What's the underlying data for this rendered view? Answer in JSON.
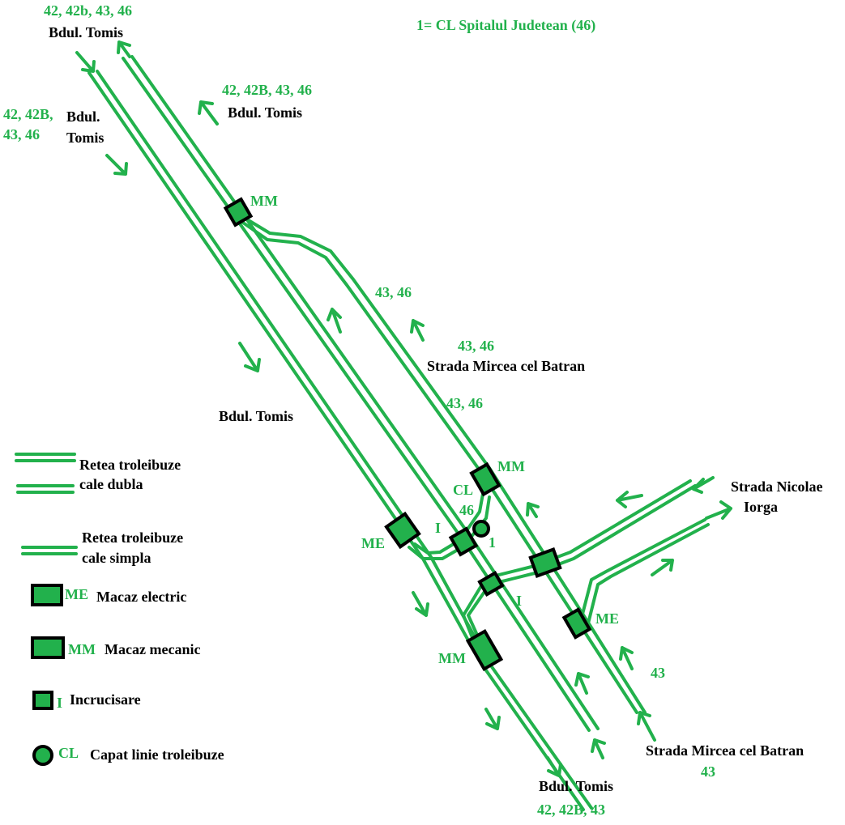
{
  "header": {
    "top_left_routes": "42, 42b, 43, 46",
    "top_left_street": "Bdul. Tomis",
    "legend_note": "1= CL Spitalul Judetean (46)"
  },
  "labels": {
    "tomis_upper_routes": "42, 42B, 43, 46",
    "tomis_upper_street": "Bdul. Tomis",
    "left_routes_line1": "42, 42B,",
    "left_routes_line2": "43, 46",
    "left_street_line1": "Bdul.",
    "left_street_line2": "Tomis",
    "mircea_routes_a": "43, 46",
    "mircea_routes_b": "43, 46",
    "mircea_street": "Strada Mircea cel Batran",
    "mircea_routes_c": "43, 46",
    "tomis_mid_street": "Bdul. Tomis",
    "nicolae_line1": "Strada Nicolae",
    "nicolae_line2": "Iorga",
    "mircea_lower_street": "Strada Mircea cel Batran",
    "mircea_lower_route": "43",
    "route_43_right": "43",
    "tomis_bottom_street": "Bdul. Tomis",
    "tomis_bottom_routes": "42, 42B, 43"
  },
  "node_labels": {
    "mm_top": "MM",
    "mm_mid": "MM",
    "mm_bottom": "MM",
    "me_left": "ME",
    "me_right": "ME",
    "cl_text": "CL",
    "cl_route": "46",
    "cl_num": "1",
    "i_upper": "I",
    "i_lower": "I"
  },
  "legend": {
    "double_line1": "Retea troleibuze",
    "double_line2": "cale dubla",
    "single_line1": "Retea troleibuze",
    "single_line2": "cale simpla",
    "me_tag": "ME",
    "me_text": "Macaz electric",
    "mm_tag": "MM",
    "mm_text": "Macaz mecanic",
    "i_tag": "I",
    "i_text": "Incrucisare",
    "cl_tag": "CL",
    "cl_text": "Capat linie troleibuze"
  },
  "colors": {
    "track": "#22b14c",
    "outline": "#000000",
    "text_green": "#22b14c",
    "text_black": "#000000"
  }
}
